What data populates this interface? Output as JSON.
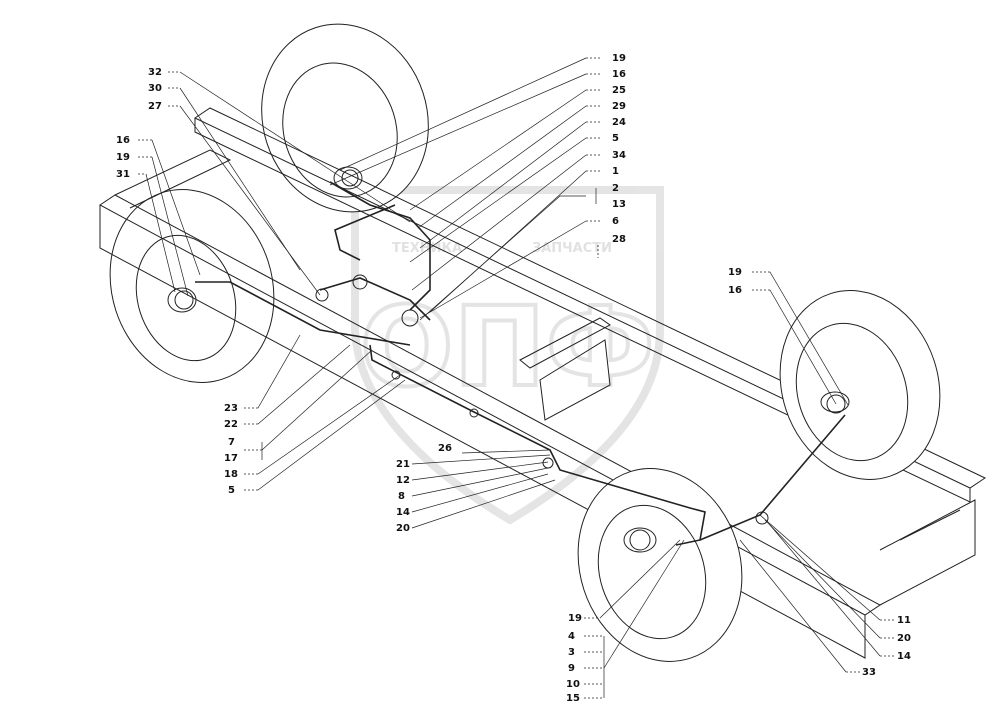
{
  "watermark": {
    "text_line1": "ТЕХНИКА",
    "text_line2": "ЗАПЧАСТИ",
    "letters": "ОПФ"
  },
  "callouts": {
    "c32": "32",
    "c30": "30",
    "c27": "27",
    "c16a": "16",
    "c19a": "19",
    "c31": "31",
    "c19b": "19",
    "c16b": "16",
    "c25": "25",
    "c29": "29",
    "c24": "24",
    "c5a": "5",
    "c34": "34",
    "c1": "1",
    "c2": "2",
    "c13": "13",
    "c6": "6",
    "c28": "28",
    "c19c": "19",
    "c16c": "16",
    "c23": "23",
    "c22": "22",
    "c7": "7",
    "c17": "17",
    "c18": "18",
    "c5b": "5",
    "c26": "26",
    "c21": "21",
    "c12": "12",
    "c8": "8",
    "c14a": "14",
    "c20a": "20",
    "c19d": "19",
    "c4": "4",
    "c3": "3",
    "c9": "9",
    "c10": "10",
    "c15": "15",
    "c11": "11",
    "c20b": "20",
    "c14b": "14",
    "c33": "33"
  }
}
